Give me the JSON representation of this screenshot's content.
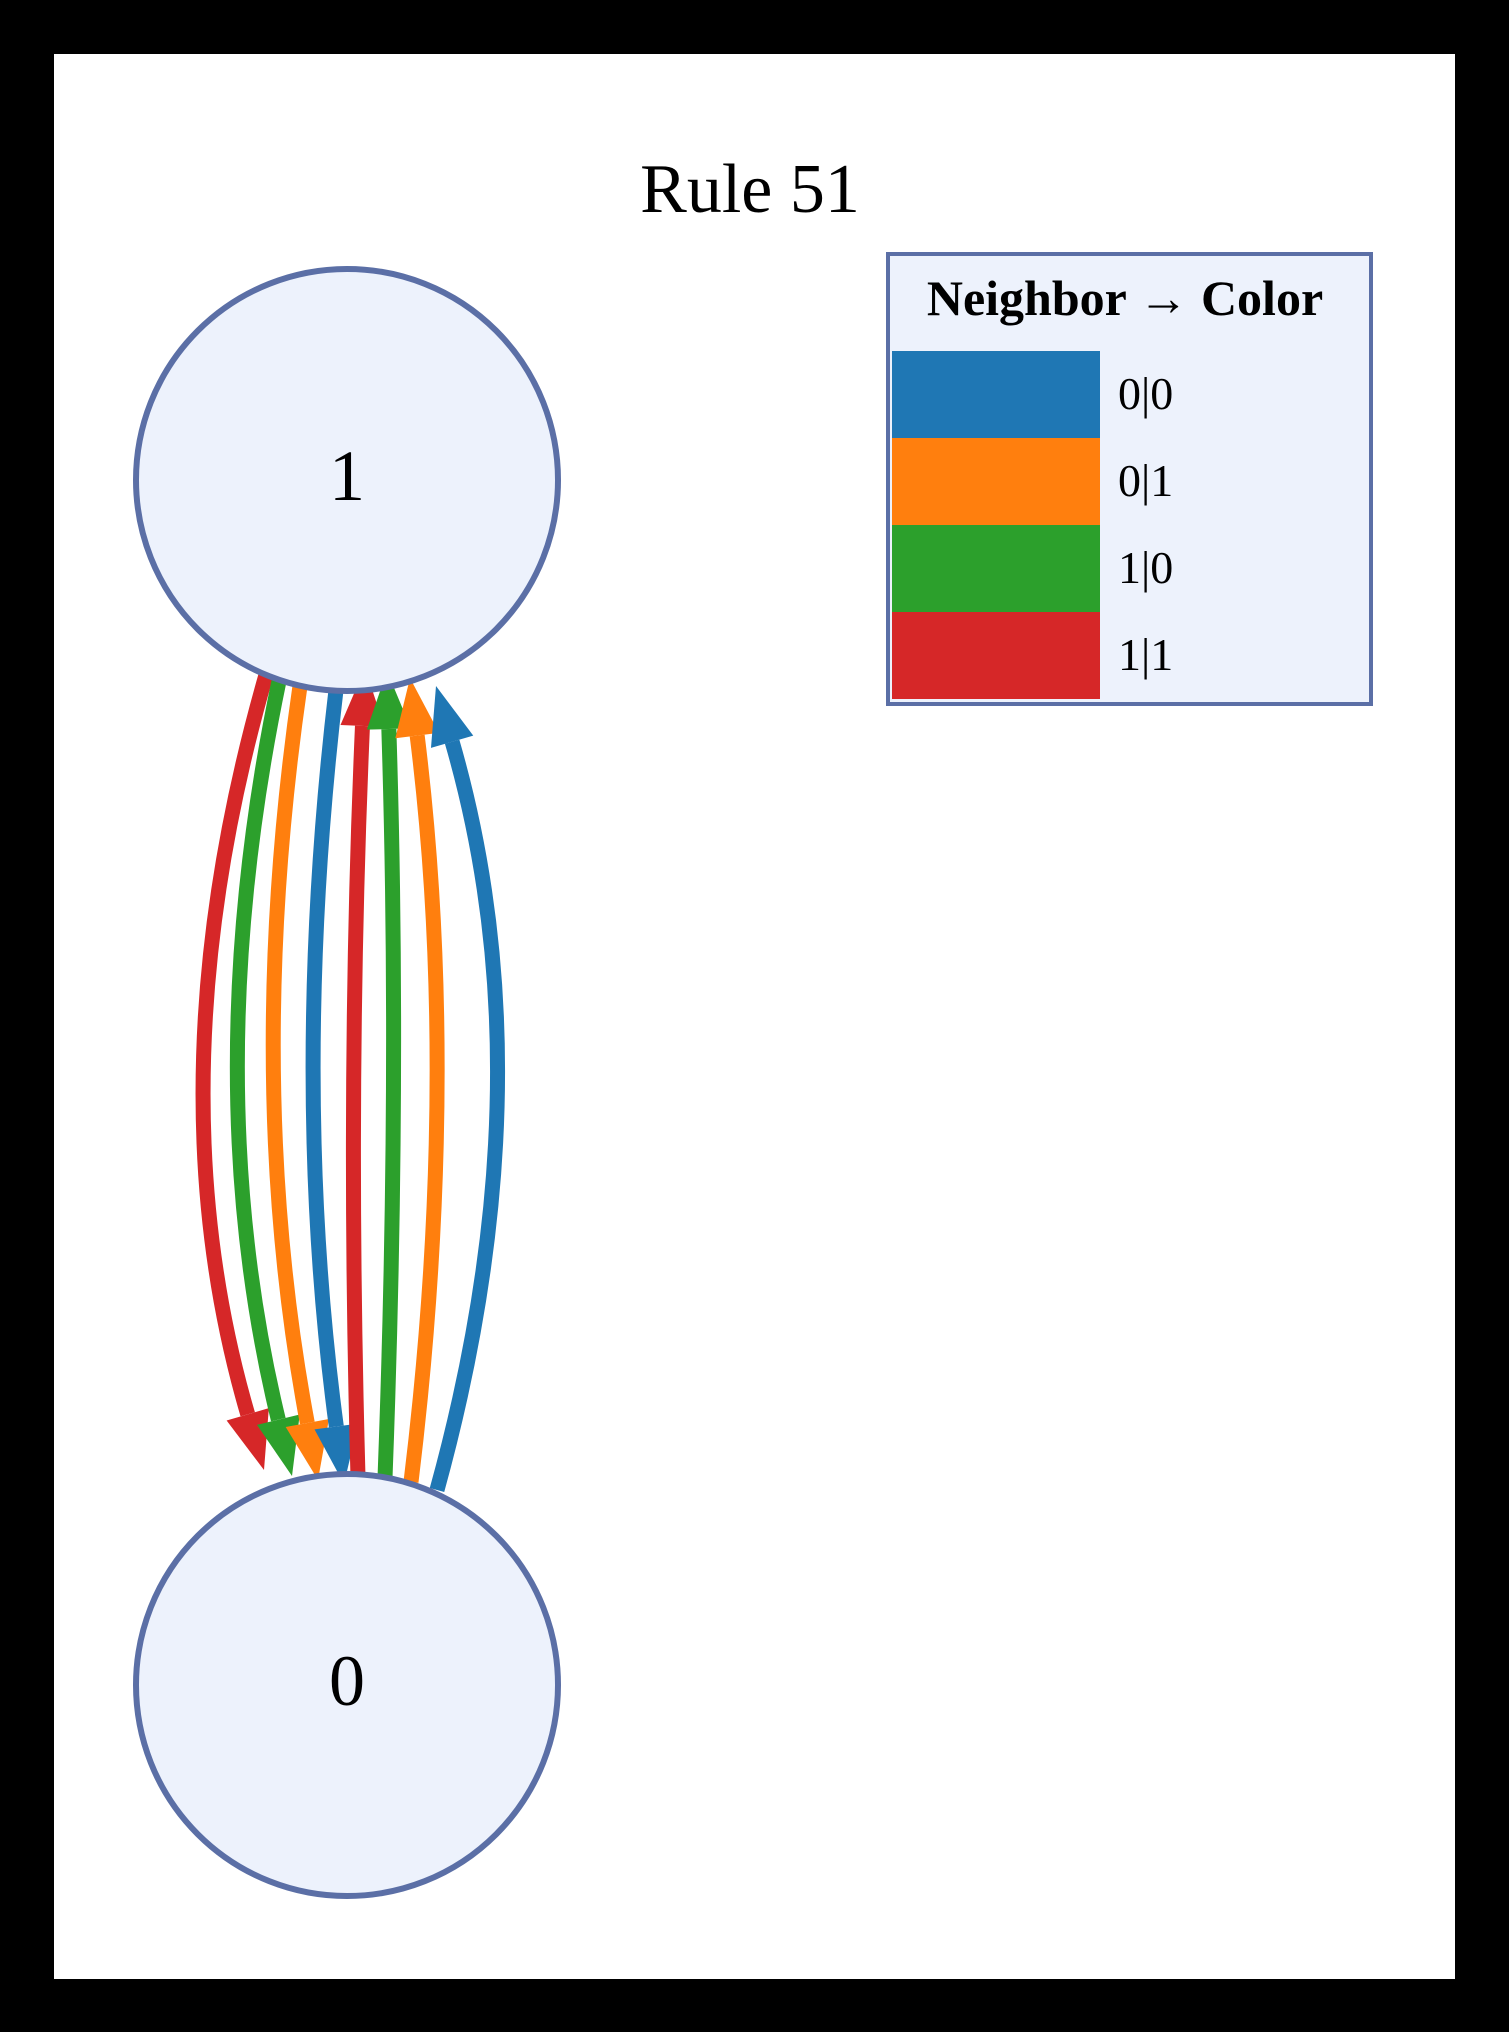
{
  "title": "Rule 51",
  "nodes": [
    {
      "id": "1",
      "label": "1"
    },
    {
      "id": "0",
      "label": "0"
    }
  ],
  "legend": {
    "title": "Neighbor → Color",
    "items": [
      {
        "label": "0|0",
        "color": "#1f77b4"
      },
      {
        "label": "0|1",
        "color": "#ff7f0e"
      },
      {
        "label": "1|0",
        "color": "#2ca02c"
      },
      {
        "label": "1|1",
        "color": "#d62728"
      }
    ]
  },
  "edges": [
    {
      "from": "1",
      "to": "0",
      "neighbor": "1|1",
      "color": "#d62728"
    },
    {
      "from": "1",
      "to": "0",
      "neighbor": "1|0",
      "color": "#2ca02c"
    },
    {
      "from": "1",
      "to": "0",
      "neighbor": "0|1",
      "color": "#ff7f0e"
    },
    {
      "from": "1",
      "to": "0",
      "neighbor": "0|0",
      "color": "#1f77b4"
    },
    {
      "from": "0",
      "to": "1",
      "neighbor": "1|1",
      "color": "#d62728"
    },
    {
      "from": "0",
      "to": "1",
      "neighbor": "1|0",
      "color": "#2ca02c"
    },
    {
      "from": "0",
      "to": "1",
      "neighbor": "0|1",
      "color": "#ff7f0e"
    },
    {
      "from": "0",
      "to": "1",
      "neighbor": "0|0",
      "color": "#1f77b4"
    }
  ],
  "colors": {
    "node_fill": "#edf2fc",
    "node_stroke": "#5b6fa6",
    "legend_fill": "#edf2fc",
    "legend_stroke": "#5b6fa6"
  }
}
